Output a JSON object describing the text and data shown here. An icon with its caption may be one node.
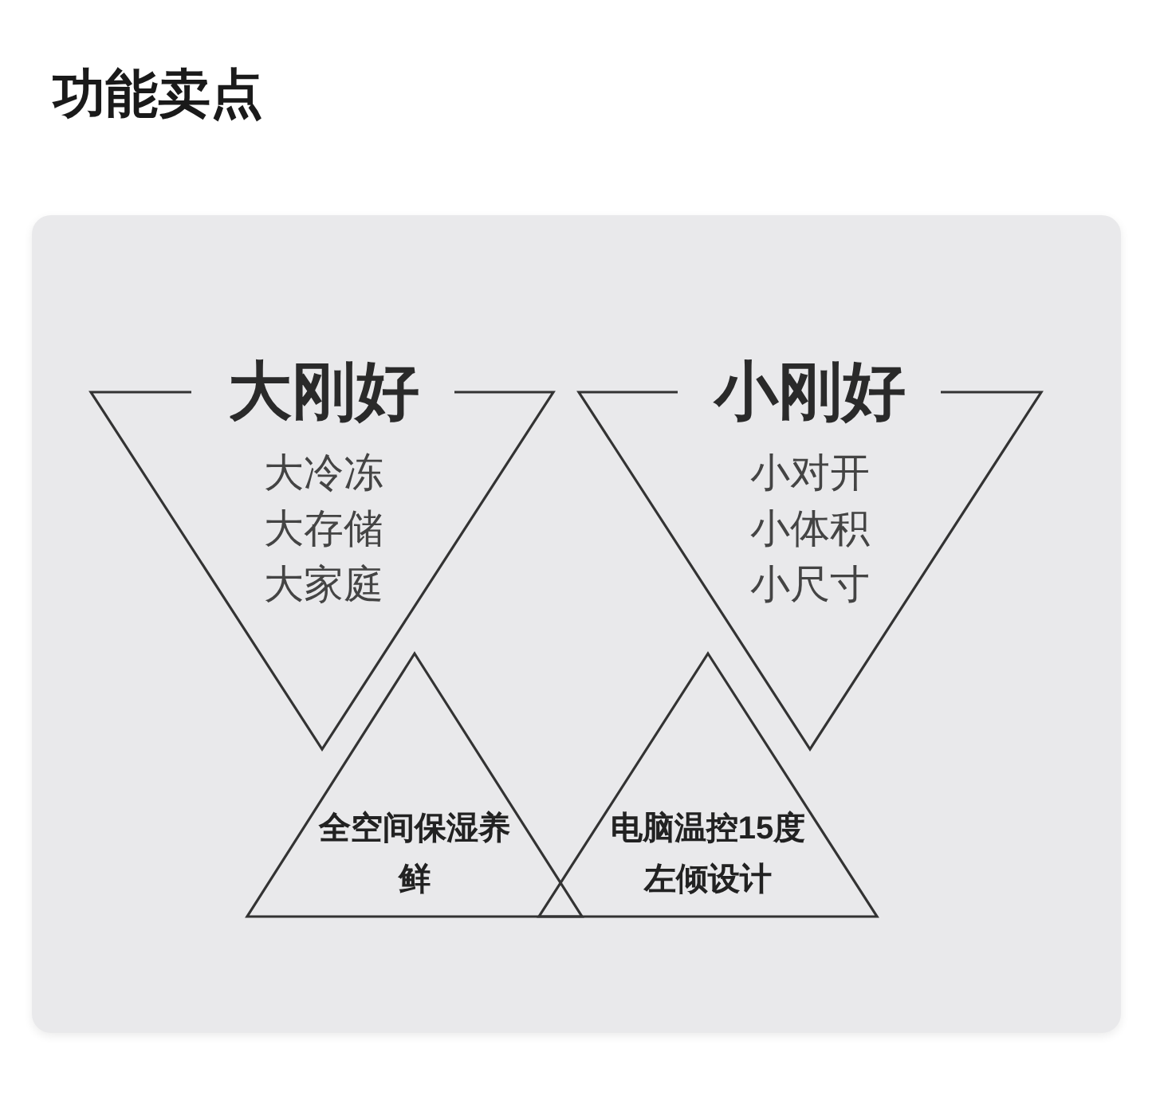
{
  "diagram": {
    "title": "功能卖点",
    "nodes": [
      {
        "text": [
          "大刚好",
          "大冷冻",
          "大存储",
          "大家庭"
        ]
      },
      {
        "text": [
          "小刚好",
          "小对开",
          "小体积",
          "小尺寸"
        ]
      },
      {
        "text": [
          "全空间保湿养鲜"
        ]
      },
      {
        "text": [
          "电脑温控15度左倾设计"
        ]
      }
    ]
  }
}
